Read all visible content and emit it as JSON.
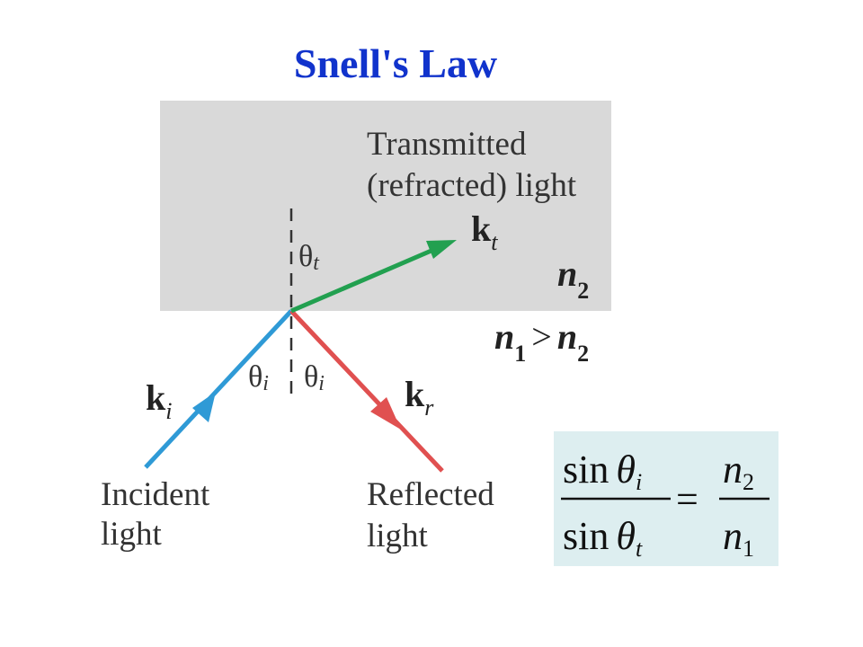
{
  "title": "Snell's Law",
  "colors": {
    "title": "#1133cc",
    "medium_2_fill": "#d9d9d9",
    "incident_ray": "#2f9ad6",
    "reflected_ray": "#e05050",
    "transmitted_ray": "#22a050",
    "equation_box": "#ddeef0",
    "normal_line": "#333333"
  },
  "labels": {
    "transmitted_line1": "Transmitted",
    "transmitted_line2": "(refracted) light",
    "incident_line1": "Incident",
    "incident_line2": "light",
    "reflected_line1": "Reflected",
    "reflected_line2": "light",
    "k_vec": "k",
    "k_t_sub": "t",
    "k_i_sub": "i",
    "k_r_sub": "r",
    "theta": "θ",
    "theta_t_sub": "t",
    "theta_i_sub": "i",
    "n_letter": "n",
    "n2_sub": "2",
    "n1_sub": "1",
    "greater_than": ">"
  },
  "equation": {
    "sin": "sin",
    "theta": "θ",
    "sub_i": "i",
    "sub_t": "t",
    "equals": "=",
    "n": "n",
    "sub_2": "2",
    "sub_1": "1"
  }
}
